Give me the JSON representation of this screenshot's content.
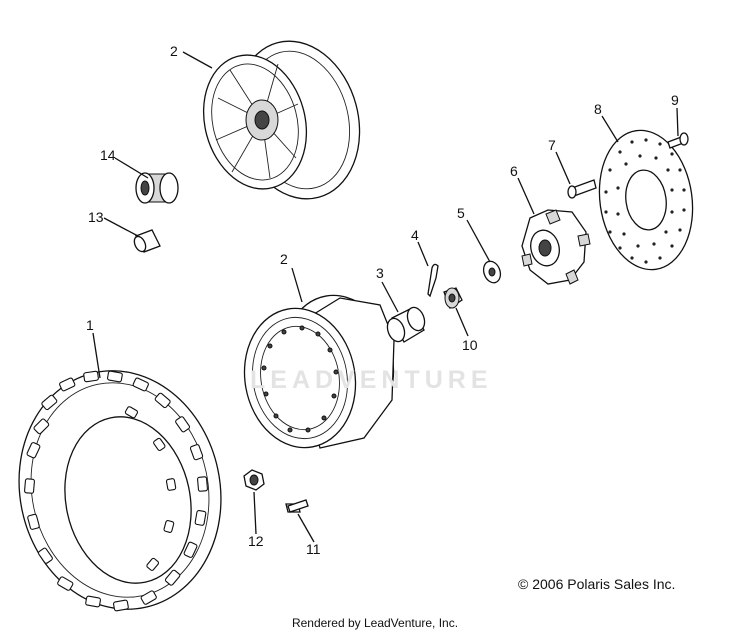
{
  "diagram": {
    "callouts": [
      {
        "id": "tire",
        "label": "1"
      },
      {
        "id": "rim-rear",
        "label": "2"
      },
      {
        "id": "rim-front",
        "label": "2"
      },
      {
        "id": "cap",
        "label": "3"
      },
      {
        "id": "cotter-pin",
        "label": "4"
      },
      {
        "id": "washer",
        "label": "5"
      },
      {
        "id": "hub",
        "label": "6"
      },
      {
        "id": "hub-bolt",
        "label": "7"
      },
      {
        "id": "brake-disc",
        "label": "8"
      },
      {
        "id": "disc-bolt",
        "label": "9"
      },
      {
        "id": "castle-nut",
        "label": "10"
      },
      {
        "id": "wheel-bolt",
        "label": "11"
      },
      {
        "id": "lug-nut",
        "label": "12"
      },
      {
        "id": "valve-stem",
        "label": "13"
      },
      {
        "id": "bearing",
        "label": "14"
      }
    ],
    "watermark": "LEADVENTURE",
    "copyright": "© 2006 Polaris Sales Inc.",
    "rendered_by": "Rendered by LeadVenture, Inc."
  }
}
